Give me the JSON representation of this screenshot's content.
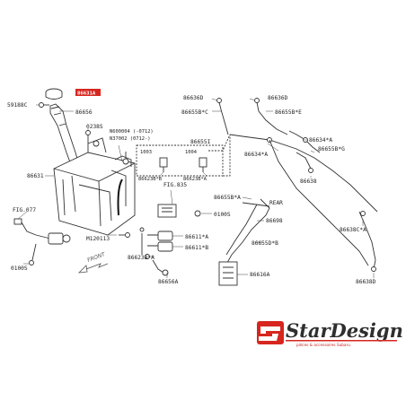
{
  "diagram": {
    "highlighted_part": "86631A",
    "labels": {
      "l59188": "59188C",
      "l86656": "86656",
      "l02385": "0238S",
      "lN600": "N600004 (-0712)",
      "lN370": "N37002 (0712-)",
      "l86631": "86631",
      "lFIG077": "FIG.077",
      "l0100S_a": "0100S",
      "lM120": "M120113",
      "l86623B": "86623B*B",
      "l86623A_top": "86623B*A",
      "l1003": "1003",
      "l1004": "1004",
      "lFIG835": "FIG.835",
      "l0100S_b": "0100S",
      "l86611A": "86611*A",
      "l86611B": "86611*B",
      "l86623A": "86623B*A",
      "l86656A": "86656A",
      "l86636D_l": "86636D",
      "l86636D_r": "86636D",
      "l86655BC": "86655B*C",
      "l86655BE": "86655B*E",
      "l86655I": "86655I",
      "l86634A_r": "86634*A",
      "l86634A_l": "86634*A",
      "l86655BG": "86655B*G",
      "l86638": "86638",
      "l86655BA": "86655B*A",
      "lREAR": "REAR",
      "l86698": "86698",
      "l86655DB": "86655D*B",
      "l86616A": "86616A",
      "l86638C": "86638C*A",
      "l86638D": "86638D",
      "lFRONT": "FRONT"
    }
  },
  "logo": {
    "text": "StarDesign",
    "tagline": "pièces & accessoires Subaru",
    "icon": "s-monogram-icon"
  },
  "colors": {
    "line": "#333333",
    "highlight": "#d6261f",
    "logo_red": "#d6261f",
    "logo_dark": "#2f2f2f"
  }
}
